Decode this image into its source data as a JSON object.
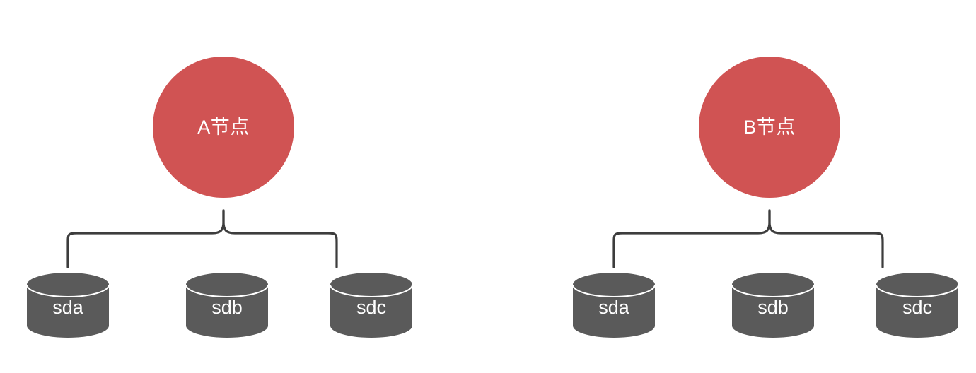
{
  "diagram": {
    "type": "node-storage-topology",
    "background_color": "#ffffff",
    "node_color": "#d05353",
    "disk_color": "#5a5a5a",
    "connector_color": "#3d3d3d",
    "label_color": "#ffffff",
    "groups": [
      {
        "id": "group-a",
        "node_label": "A节点",
        "connector": "curly-brace",
        "disks": [
          {
            "label": "sda"
          },
          {
            "label": "sdb"
          },
          {
            "label": "sdc"
          }
        ]
      },
      {
        "id": "group-b",
        "node_label": "B节点",
        "connector": "curly-brace",
        "disks": [
          {
            "label": "sda"
          },
          {
            "label": "sdb"
          },
          {
            "label": "sdc"
          }
        ]
      }
    ]
  }
}
